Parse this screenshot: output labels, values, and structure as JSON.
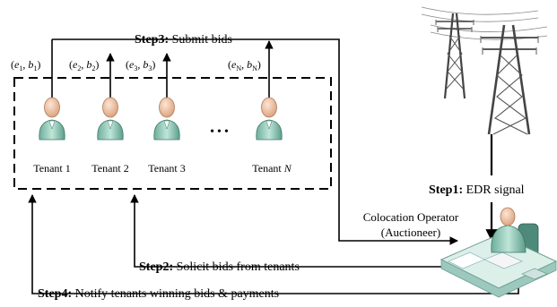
{
  "bids": [
    {
      "e": "e",
      "esub": "1",
      "b": "b",
      "bsub": "1"
    },
    {
      "e": "e",
      "esub": "2",
      "b": "b",
      "bsub": "2"
    },
    {
      "e": "e",
      "esub": "3",
      "b": "b",
      "bsub": "3"
    },
    {
      "e": "e",
      "esub": "N",
      "b": "b",
      "bsub": "N"
    }
  ],
  "tenants": [
    {
      "label": "Tenant 1"
    },
    {
      "label": "Tenant 2"
    },
    {
      "label": "Tenant 3"
    },
    {
      "label": "Tenant ",
      "label_italic": "N"
    }
  ],
  "ellipsis": "•••",
  "steps": {
    "step1": {
      "bold": "Step1:",
      "text": " EDR signal"
    },
    "step2": {
      "bold": "Step2:",
      "text": " Solicit bids from tenants"
    },
    "step3": {
      "bold": "Step3:",
      "text": " Submit bids"
    },
    "step4": {
      "bold": "Step4:",
      "text": " Notify tenants winning bids & payments"
    }
  },
  "operator": {
    "line1": "Colocation Operator",
    "line2": "(Auctioneer)"
  },
  "colors": {
    "person_skin": "#f2c9a8",
    "person_body": "#9fd3c0",
    "person_body_dark": "#5b9f8c",
    "line": "#000000",
    "desk": "#d7e9e5",
    "desk_dark": "#8fb9b0"
  }
}
